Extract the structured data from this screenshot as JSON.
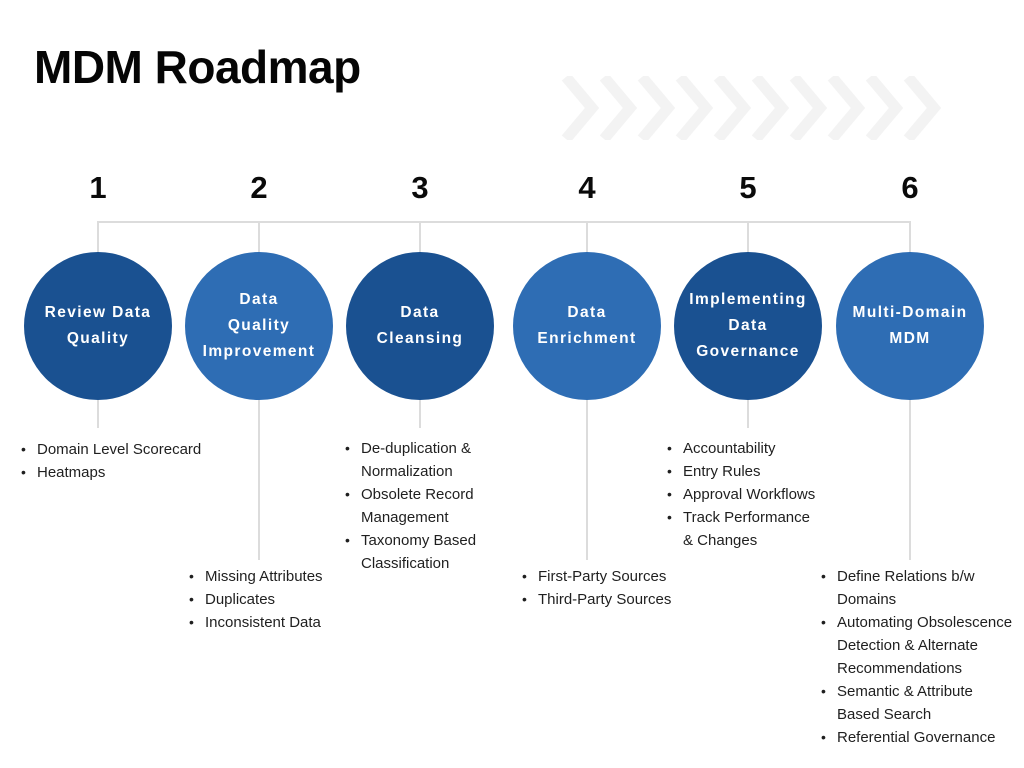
{
  "title": "MDM Roadmap",
  "colors": {
    "dark_circle": "#1a5191",
    "light_circle": "#2e6db4",
    "connector_line": "#dcdcdc",
    "chevron": "#f3f3f3",
    "text": "#1f1f1f"
  },
  "stages": [
    {
      "number": "1",
      "label": "Review Data\nQuality",
      "tone": "dark",
      "bullets": [
        "Domain Level Scorecard",
        "Heatmaps"
      ]
    },
    {
      "number": "2",
      "label": "Data\nQuality\nImprovement",
      "tone": "light",
      "bullets": [
        "Missing Attributes",
        "Duplicates",
        "Inconsistent Data"
      ]
    },
    {
      "number": "3",
      "label": "Data\nCleansing",
      "tone": "dark",
      "bullets": [
        "De-duplication & Normalization",
        "Obsolete Record Management",
        "Taxonomy Based Classification"
      ]
    },
    {
      "number": "4",
      "label": "Data\nEnrichment",
      "tone": "light",
      "bullets": [
        "First-Party Sources",
        "Third-Party Sources"
      ]
    },
    {
      "number": "5",
      "label": "Implementing\nData\nGovernance",
      "tone": "dark",
      "bullets": [
        "Accountability",
        "Entry Rules",
        "Approval Workflows",
        "Track Performance & Changes"
      ]
    },
    {
      "number": "6",
      "label": "Multi-Domain\nMDM",
      "tone": "light",
      "bullets": [
        "Define Relations b/w Domains",
        "Automating Obsolescence Detection & Alternate Recommendations",
        "Semantic & Attribute Based Search",
        "Referential Governance"
      ]
    }
  ]
}
